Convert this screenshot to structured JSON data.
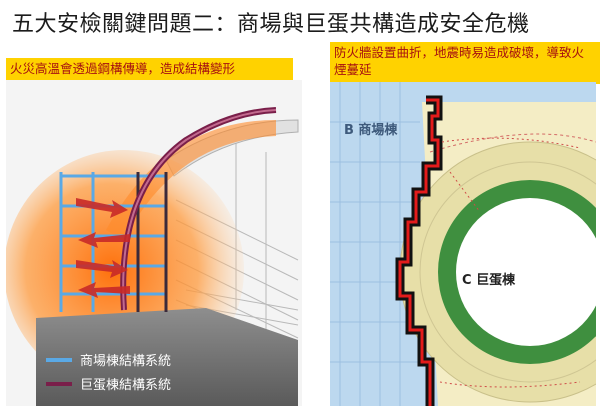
{
  "title": "五大安檢關鍵問題二：商場與巨蛋共構造成安全危機",
  "left": {
    "caption": "火災高溫會透過鋼構傳導，造成結構變形",
    "legend": [
      {
        "label": "商場棟結構系統",
        "color": "#5aa9e6"
      },
      {
        "label": "巨蛋棟結構系統",
        "color": "#7a1f4a"
      }
    ]
  },
  "right": {
    "caption": "防火牆設置曲折，地震時易造成破壞，導致火煙蔓延",
    "label_b": "B 商場棟",
    "label_c": "C 巨蛋棟"
  }
}
